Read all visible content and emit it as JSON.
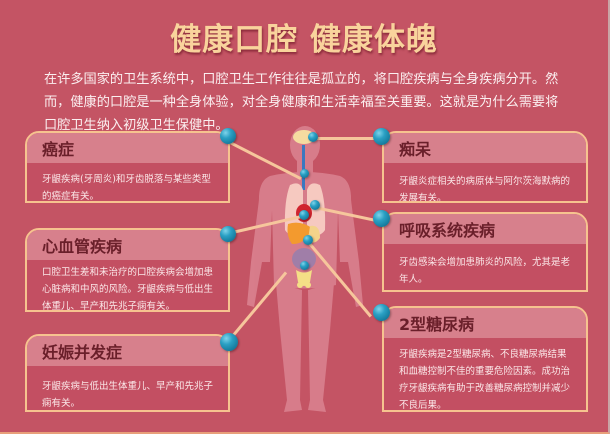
{
  "header": {
    "title": "健康口腔 健康体魄",
    "intro": "在许多国家的卫生系统中，口腔卫生工作往往是孤立的，将口腔疾病与全身疾病分开。然而，健康的口腔是一种全身体验，对全身健康和生活幸福至关重要。这就是为什么需要将口腔卫生纳入初级卫生保健中。"
  },
  "colors": {
    "background": "#c45464",
    "title": "#f9d39c",
    "box_border": "#f6c38f",
    "box_header": "#d7808c",
    "box_heading_text": "#6a1f2a",
    "connector_dot": "#2aa0c4"
  },
  "figure": {
    "icon": "human-body-organs-icon"
  },
  "cards": {
    "left": [
      {
        "title": "癌症",
        "text": "牙龈疾病(牙周炎)和牙齿脱落与某些类型的癌症有关。"
      },
      {
        "title": "心血管疾病",
        "text": "口腔卫生差和未治疗的口腔疾病会增加患心脏病和中风的风险。牙龈疾病与低出生体重儿、早产和先兆子痫有关。"
      },
      {
        "title": "妊娠并发症",
        "text": "牙龈疾病与低出生体重儿、早产和先兆子痫有关。"
      }
    ],
    "right": [
      {
        "title": "痴呆",
        "text": "牙龈炎症相关的病原体与阿尔茨海默病的发展有关。"
      },
      {
        "title": "呼吸系统疾病",
        "text": "牙齿感染会增加患肺炎的风险，尤其是老年人。"
      },
      {
        "title": "2型糖尿病",
        "text": "牙龈疾病是2型糖尿病、不良糖尿病结果和血糖控制不佳的重要危险因素。成功治疗牙龈疾病有助于改善糖尿病控制并减少不良后果。"
      }
    ]
  }
}
